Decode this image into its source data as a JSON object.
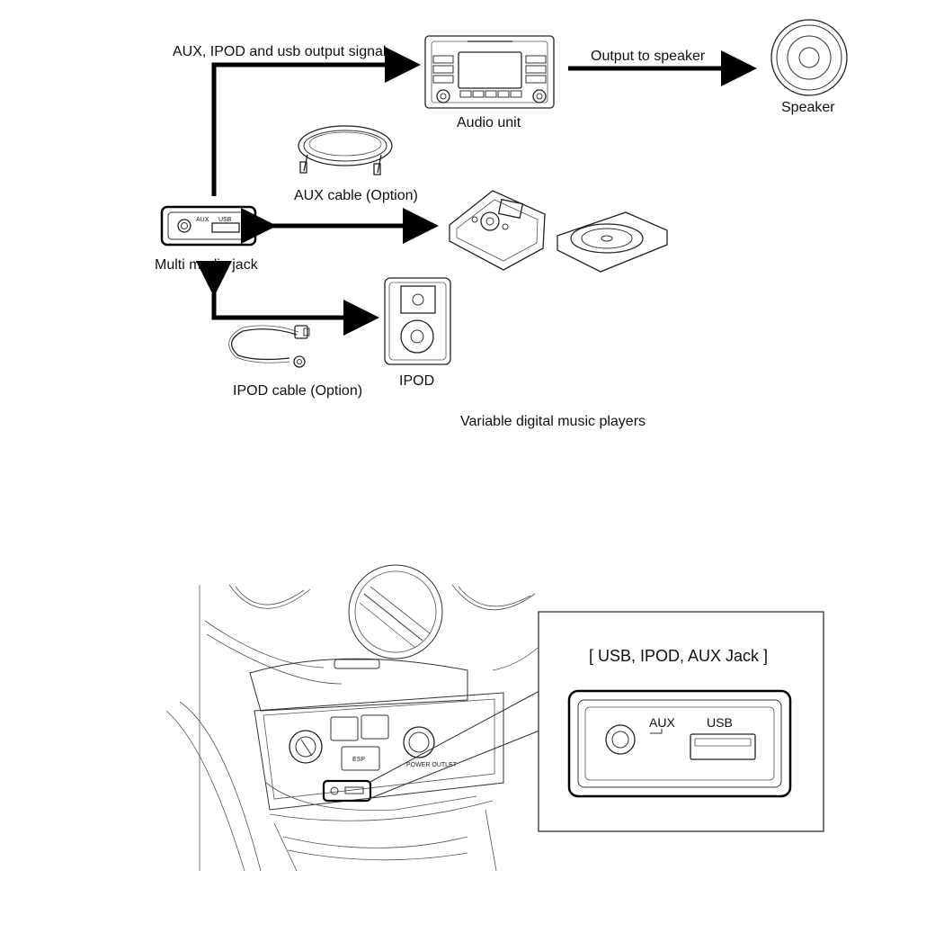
{
  "labels": {
    "output_signal": "AUX, IPOD and usb output signal",
    "output_speaker": "Output to speaker",
    "audio_unit": "Audio unit",
    "speaker": "Speaker",
    "aux_cable": "AUX cable (Option)",
    "multimedia_jack": "Multi media jack",
    "ipod_cable": "IPOD cable (Option)",
    "ipod": "IPOD",
    "digital_players": "Variable digital music players",
    "callout_title": "[ USB, IPOD, AUX Jack ]",
    "aux": "AUX",
    "usb": "USB",
    "esp": "ESP",
    "power_outlet": "POWER OUTLET"
  }
}
